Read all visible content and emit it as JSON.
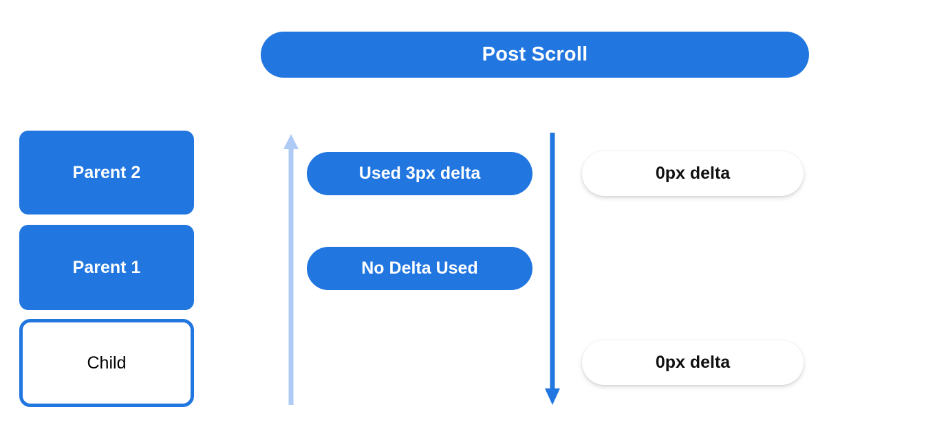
{
  "title_banner": {
    "label": "Post Scroll"
  },
  "colors": {
    "accent_blue": "#2176E0",
    "light_blue": "#AECBF5",
    "white": "#FFFFFF",
    "text_dark": "#111111",
    "background": "#FFFFFF"
  },
  "node_stack": {
    "items": [
      {
        "label": "Parent 2",
        "style": "filled"
      },
      {
        "label": "Parent 1",
        "style": "filled"
      },
      {
        "label": "Child",
        "style": "outlined"
      }
    ]
  },
  "arrows": [
    {
      "name": "scroll-chain-up-arrow",
      "direction": "up",
      "color": "#AECBF5"
    },
    {
      "name": "scroll-chain-down-arrow",
      "direction": "down",
      "color": "#2176E0"
    }
  ],
  "delta_pills": {
    "consumed": [
      {
        "label": "Used 3px delta"
      },
      {
        "label": "No Delta Used"
      }
    ],
    "remaining": [
      {
        "label": "0px delta"
      },
      {
        "label": "0px delta"
      }
    ]
  }
}
